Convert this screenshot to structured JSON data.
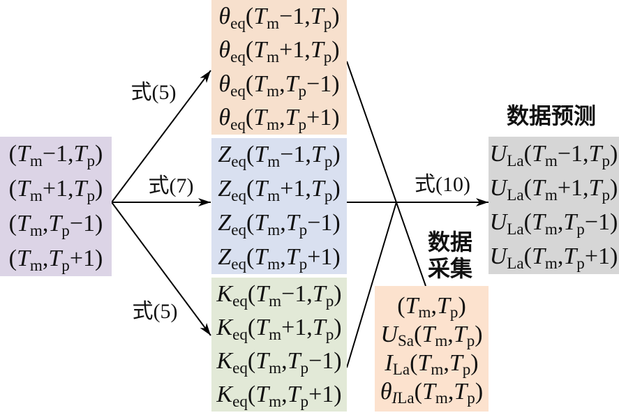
{
  "colors": {
    "inputs_box": "#dcd4e6",
    "theta_box": "#f7e0cd",
    "z_box": "#d9e0f0",
    "k_box": "#e2e9d7",
    "prediction_box": "#d6d6d6",
    "collection_box": "#fce2ce"
  },
  "inputs_box": {
    "lines": [
      [
        {
          "n": "("
        },
        {
          "i": "T"
        },
        {
          "s": "m"
        },
        {
          "n": "−1,"
        },
        {
          "i": "T"
        },
        {
          "s": "p"
        },
        {
          "n": ")"
        }
      ],
      [
        {
          "n": "("
        },
        {
          "i": "T"
        },
        {
          "s": "m"
        },
        {
          "n": "+1,"
        },
        {
          "i": "T"
        },
        {
          "s": "p"
        },
        {
          "n": ")"
        }
      ],
      [
        {
          "n": "("
        },
        {
          "i": "T"
        },
        {
          "s": "m"
        },
        {
          "n": ","
        },
        {
          "i": "T"
        },
        {
          "s": "p"
        },
        {
          "n": "−1)"
        }
      ],
      [
        {
          "n": "("
        },
        {
          "i": "T"
        },
        {
          "s": "m"
        },
        {
          "n": ","
        },
        {
          "i": "T"
        },
        {
          "s": "p"
        },
        {
          "n": "+1)"
        }
      ]
    ]
  },
  "theta_box": {
    "lines": [
      [
        {
          "i": "θ"
        },
        {
          "s": "eq"
        },
        {
          "n": "("
        },
        {
          "i": "T"
        },
        {
          "s": "m"
        },
        {
          "n": "−1,"
        },
        {
          "i": "T"
        },
        {
          "s": "p"
        },
        {
          "n": ")"
        }
      ],
      [
        {
          "i": "θ"
        },
        {
          "s": "eq"
        },
        {
          "n": "("
        },
        {
          "i": "T"
        },
        {
          "s": "m"
        },
        {
          "n": "+1,"
        },
        {
          "i": "T"
        },
        {
          "s": "p"
        },
        {
          "n": ")"
        }
      ],
      [
        {
          "i": "θ"
        },
        {
          "s": "eq"
        },
        {
          "n": "("
        },
        {
          "i": "T"
        },
        {
          "s": "m"
        },
        {
          "n": ","
        },
        {
          "i": "T"
        },
        {
          "s": "p"
        },
        {
          "n": "−1)"
        }
      ],
      [
        {
          "i": "θ"
        },
        {
          "s": "eq"
        },
        {
          "n": "("
        },
        {
          "i": "T"
        },
        {
          "s": "m"
        },
        {
          "n": ","
        },
        {
          "i": "T"
        },
        {
          "s": "p"
        },
        {
          "n": "+1)"
        }
      ]
    ]
  },
  "z_box": {
    "lines": [
      [
        {
          "i": "Z"
        },
        {
          "s": "eq"
        },
        {
          "n": "("
        },
        {
          "i": "T"
        },
        {
          "s": "m"
        },
        {
          "n": "−1,"
        },
        {
          "i": "T"
        },
        {
          "s": "p"
        },
        {
          "n": ")"
        }
      ],
      [
        {
          "i": "Z"
        },
        {
          "s": "eq"
        },
        {
          "n": "("
        },
        {
          "i": "T"
        },
        {
          "s": "m"
        },
        {
          "n": "+1,"
        },
        {
          "i": "T"
        },
        {
          "s": "p"
        },
        {
          "n": ")"
        }
      ],
      [
        {
          "i": "Z"
        },
        {
          "s": "eq"
        },
        {
          "n": "("
        },
        {
          "i": "T"
        },
        {
          "s": "m"
        },
        {
          "n": ","
        },
        {
          "i": "T"
        },
        {
          "s": "p"
        },
        {
          "n": "−1)"
        }
      ],
      [
        {
          "i": "Z"
        },
        {
          "s": "eq"
        },
        {
          "n": "("
        },
        {
          "i": "T"
        },
        {
          "s": "m"
        },
        {
          "n": ","
        },
        {
          "i": "T"
        },
        {
          "s": "p"
        },
        {
          "n": "+1)"
        }
      ]
    ]
  },
  "k_box": {
    "lines": [
      [
        {
          "i": "K"
        },
        {
          "s": "eq"
        },
        {
          "n": "("
        },
        {
          "i": "T"
        },
        {
          "s": "m"
        },
        {
          "n": "−1,"
        },
        {
          "i": "T"
        },
        {
          "s": "p"
        },
        {
          "n": ")"
        }
      ],
      [
        {
          "i": "K"
        },
        {
          "s": "eq"
        },
        {
          "n": "("
        },
        {
          "i": "T"
        },
        {
          "s": "m"
        },
        {
          "n": "+1,"
        },
        {
          "i": "T"
        },
        {
          "s": "p"
        },
        {
          "n": ")"
        }
      ],
      [
        {
          "i": "K"
        },
        {
          "s": "eq"
        },
        {
          "n": "("
        },
        {
          "i": "T"
        },
        {
          "s": "m"
        },
        {
          "n": ","
        },
        {
          "i": "T"
        },
        {
          "s": "p"
        },
        {
          "n": "−1)"
        }
      ],
      [
        {
          "i": "K"
        },
        {
          "s": "eq"
        },
        {
          "n": "("
        },
        {
          "i": "T"
        },
        {
          "s": "m"
        },
        {
          "n": ","
        },
        {
          "i": "T"
        },
        {
          "s": "p"
        },
        {
          "n": "+1)"
        }
      ]
    ]
  },
  "prediction": {
    "title": "数据预测",
    "lines": [
      [
        {
          "i": "U"
        },
        {
          "s": "La"
        },
        {
          "n": "("
        },
        {
          "i": "T"
        },
        {
          "s": "m"
        },
        {
          "n": "−1,"
        },
        {
          "i": "T"
        },
        {
          "s": "p"
        },
        {
          "n": ")"
        }
      ],
      [
        {
          "i": "U"
        },
        {
          "s": "La"
        },
        {
          "n": "("
        },
        {
          "i": "T"
        },
        {
          "s": "m"
        },
        {
          "n": "+1,"
        },
        {
          "i": "T"
        },
        {
          "s": "p"
        },
        {
          "n": ")"
        }
      ],
      [
        {
          "i": "U"
        },
        {
          "s": "La"
        },
        {
          "n": "("
        },
        {
          "i": "T"
        },
        {
          "s": "m"
        },
        {
          "n": ","
        },
        {
          "i": "T"
        },
        {
          "s": "p"
        },
        {
          "n": "−1)"
        }
      ],
      [
        {
          "i": "U"
        },
        {
          "s": "La"
        },
        {
          "n": "("
        },
        {
          "i": "T"
        },
        {
          "s": "m"
        },
        {
          "n": ","
        },
        {
          "i": "T"
        },
        {
          "s": "p"
        },
        {
          "n": "+1)"
        }
      ]
    ]
  },
  "collection": {
    "title_line1": "数据",
    "title_line2": "采集",
    "lines": [
      [
        {
          "n": "("
        },
        {
          "i": "T"
        },
        {
          "s": "m"
        },
        {
          "n": ","
        },
        {
          "i": "T"
        },
        {
          "s": "p"
        },
        {
          "n": ")"
        }
      ],
      [
        {
          "i": "U"
        },
        {
          "s": "Sa"
        },
        {
          "n": "("
        },
        {
          "i": "T"
        },
        {
          "s": "m"
        },
        {
          "n": ","
        },
        {
          "i": "T"
        },
        {
          "s": "p"
        },
        {
          "n": ")"
        }
      ],
      [
        {
          "i": "I"
        },
        {
          "s": "La"
        },
        {
          "n": "("
        },
        {
          "i": "T"
        },
        {
          "s": "m"
        },
        {
          "n": ","
        },
        {
          "i": "T"
        },
        {
          "s": "p"
        },
        {
          "n": ")"
        }
      ],
      [
        {
          "i": "θ"
        },
        {
          "si": "I"
        },
        {
          "s": "La"
        },
        {
          "n": "("
        },
        {
          "i": "T"
        },
        {
          "s": "m"
        },
        {
          "n": ","
        },
        {
          "i": "T"
        },
        {
          "s": "p"
        },
        {
          "n": ")"
        }
      ]
    ]
  },
  "edge_labels": {
    "eq5_top": "式(5)",
    "eq7": "式(7)",
    "eq5_bottom": "式(5)",
    "eq10": "式(10)"
  }
}
